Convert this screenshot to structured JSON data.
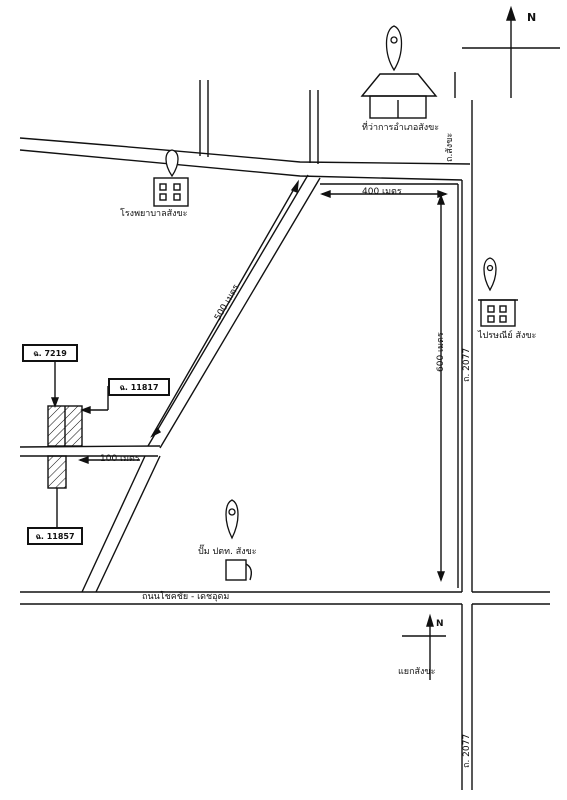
{
  "north_arrows": {
    "top": "N",
    "bottom": "N"
  },
  "landmarks": {
    "district_office": "ที่ว่าการอำเภอสังขะ",
    "hospital": "โรงพยาบาลสังขะ",
    "post_office": "ไปรษณีย์ สังขะ",
    "gas_station": "ปั๊ม ปตท. สังขะ",
    "intersection": "แยกสังขะ"
  },
  "roads": {
    "right_road_upper": "ถ.สังขะ",
    "right_road_mid": "ถ. 2077",
    "right_road_lower": "ถ. 2077",
    "bottom_road": "ถนนโชคชัย - เดชอุดม"
  },
  "distances": {
    "top_segment": "400 เมตร",
    "diagonal": "500 เมตร",
    "right_vertical": "600 เมตร",
    "plot_side": "100 เมตร"
  },
  "plots": {
    "top_label": "ฉ. 7219",
    "right_label": "ฉ. 11817",
    "bottom_label": "ฉ. 11857"
  }
}
